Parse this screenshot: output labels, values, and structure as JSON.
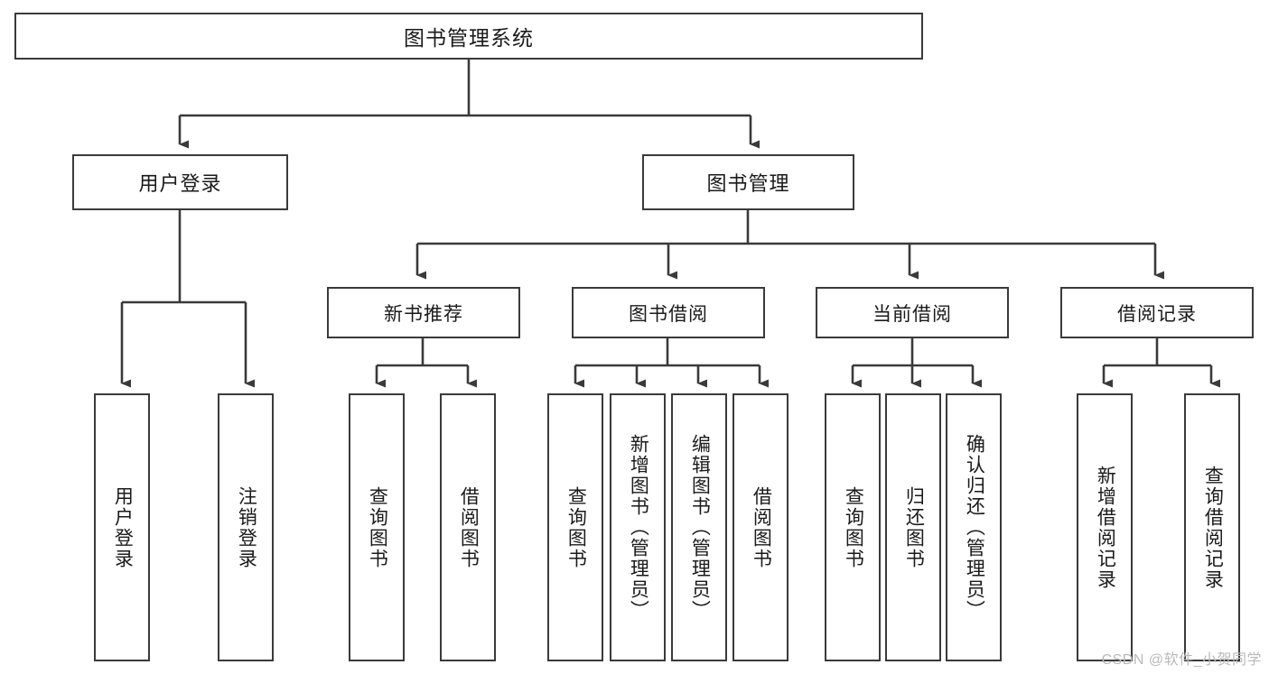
{
  "diagram": {
    "title": "图书管理系统",
    "type": "tree-hierarchy-diagram",
    "colors": {
      "background": "#ffffff",
      "box_border": "#3a3a3a",
      "box_fill": "#ffffff",
      "edge": "#3a3a3a",
      "text": "#1a1a1a",
      "watermark": "#b9b9b9"
    },
    "watermark": "CSDN @软件_小贺同学",
    "root": {
      "label": "图书管理系统"
    },
    "level1": [
      {
        "label": "用户登录"
      },
      {
        "label": "图书管理"
      }
    ],
    "level2": [
      {
        "label": "新书推荐"
      },
      {
        "label": "图书借阅"
      },
      {
        "label": "当前借阅"
      },
      {
        "label": "借阅记录"
      }
    ],
    "leaves": {
      "user_login": [
        {
          "label": "用户登录"
        },
        {
          "label": "注销登录"
        }
      ],
      "new_book_recommend": [
        {
          "label": "查询图书"
        },
        {
          "label": "借阅图书"
        }
      ],
      "book_borrow": [
        {
          "label": "查询图书"
        },
        {
          "label": "新增图书（管理员）"
        },
        {
          "label": "编辑图书（管理员）"
        },
        {
          "label": "借阅图书"
        }
      ],
      "current_borrow": [
        {
          "label": "查询图书"
        },
        {
          "label": "归还图书"
        },
        {
          "label": "确认归还（管理员）"
        }
      ],
      "borrow_record": [
        {
          "label": "新增借阅记录"
        },
        {
          "label": "查询借阅记录"
        }
      ]
    }
  }
}
